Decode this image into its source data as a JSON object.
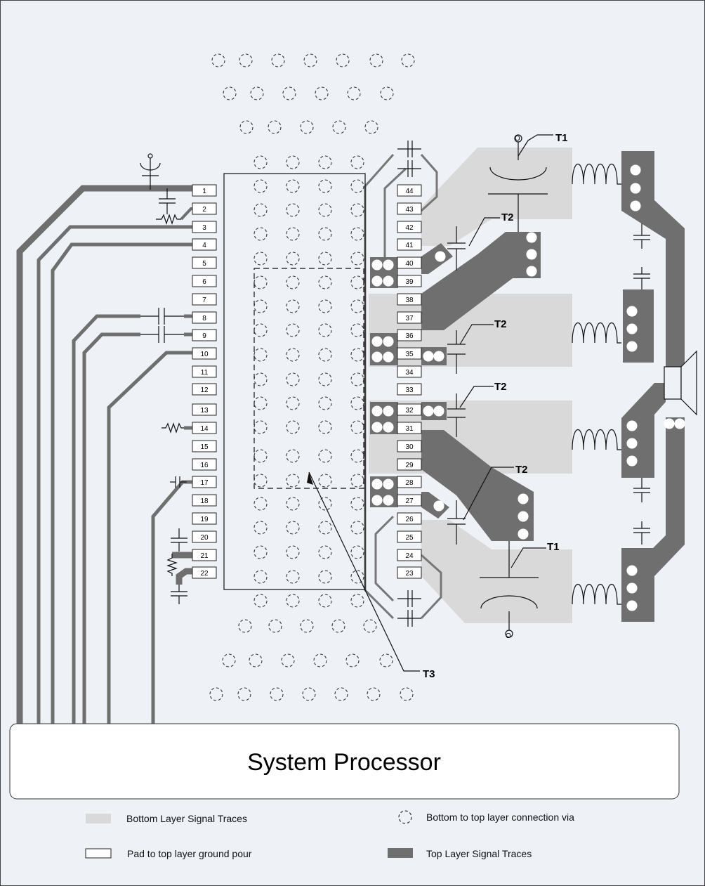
{
  "processor": {
    "label": "System Processor"
  },
  "pads": {
    "left": [
      "1",
      "2",
      "3",
      "4",
      "5",
      "6",
      "7",
      "8",
      "9",
      "10",
      "11",
      "12",
      "13",
      "14",
      "15",
      "16",
      "17",
      "18",
      "19",
      "20",
      "21",
      "22"
    ],
    "right": [
      "44",
      "43",
      "42",
      "41",
      "40",
      "39",
      "38",
      "37",
      "36",
      "35",
      "34",
      "33",
      "32",
      "31",
      "30",
      "29",
      "28",
      "27",
      "26",
      "25",
      "24",
      "23"
    ]
  },
  "callouts": {
    "t1_top": "T1",
    "t2_a": "T2",
    "t2_b": "T2",
    "t2_c": "T2",
    "t2_d": "T2",
    "t1_bottom": "T1",
    "t3": "T3"
  },
  "antenna_ports": {
    "top": "O",
    "bottom": "O"
  },
  "legend": {
    "bottom_layer": "Bottom Layer Signal Traces",
    "via": "Bottom to top layer connection via",
    "pad": "Pad to top layer ground pour",
    "top_layer": "Top Layer Signal Traces"
  },
  "colors": {
    "background": "#eef1f6",
    "top_trace": "#6f6f6f",
    "bottom_trace": "#d9d9d9",
    "pad_fill": "#ffffff"
  }
}
